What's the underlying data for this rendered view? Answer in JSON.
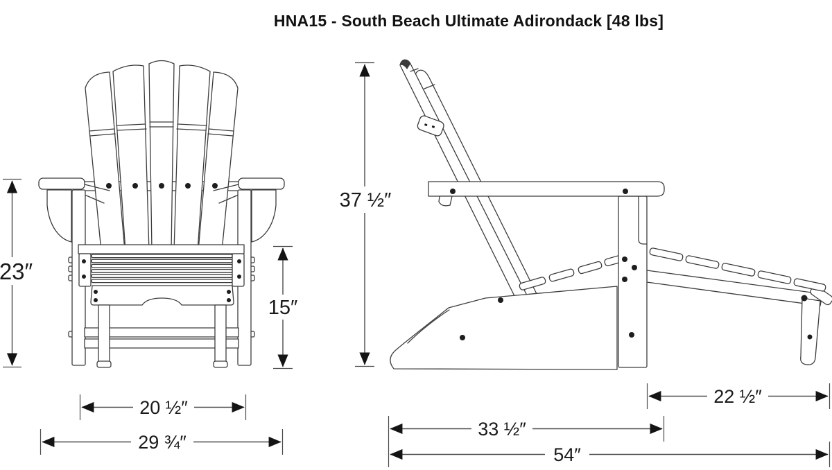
{
  "title": "HNA15 - South Beach Ultimate Adirondack [48 lbs]",
  "product": {
    "model": "HNA15",
    "name": "South Beach Ultimate Adirondack",
    "weight": "48 lbs"
  },
  "views": {
    "front_view": "front elevation of adirondack chair",
    "side_view": "side elevation of adirondack chair with footrest"
  },
  "dimensions": {
    "front_height": "23″",
    "seat_height": "15″",
    "seat_width": "20 ½″",
    "front_width": "29 ¾″",
    "side_height": "37 ½″",
    "footrest_length": "22 ½″",
    "frame_depth": "33 ½″",
    "overall_depth": "54″"
  },
  "colors": {
    "line": "#3c3c3c",
    "dimension_line": "#4a4a4a",
    "text": "#1a1a1a",
    "background": "#ffffff"
  }
}
